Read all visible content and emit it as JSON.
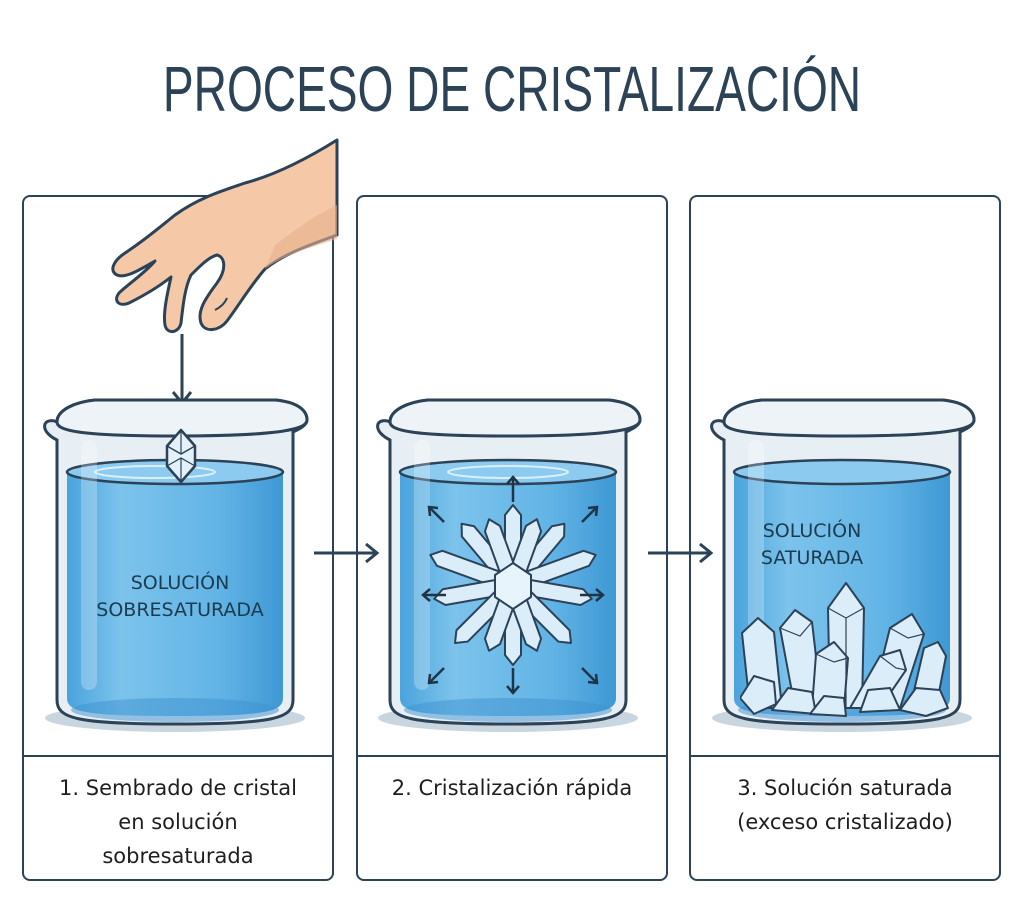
{
  "title": "PROCESO DE CRISTALIZACIÓN",
  "colors": {
    "outline": "#2b4257",
    "liquid": "#5aaee0",
    "liquid_light": "#9fd3f2",
    "glass": "#e6eef3",
    "crystal": "#dcedfa",
    "skin": "#f4c8a8"
  },
  "panels": [
    {
      "step": 1,
      "caption_lines": [
        "1. Sembrado de cristal",
        "en solución",
        "sobresaturada"
      ],
      "beaker_label_lines": [
        "SOLUCIÓN",
        "SOBRESATURADA"
      ],
      "icons": [
        "hand-icon",
        "down-arrow-icon",
        "seed-crystal-icon",
        "beaker-icon"
      ]
    },
    {
      "step": 2,
      "caption_lines": [
        "2. Cristalización rápida"
      ],
      "beaker_label_lines": [],
      "icons": [
        "crystal-burst-icon",
        "radial-arrows-icon",
        "beaker-icon"
      ]
    },
    {
      "step": 3,
      "caption_lines": [
        "3. Solución saturada",
        "(exceso cristalizado)"
      ],
      "beaker_label_lines": [
        "SOLUCIÓN",
        "SATURADA"
      ],
      "icons": [
        "crystal-cluster-icon",
        "beaker-icon"
      ]
    }
  ],
  "flow_arrows": [
    "step-1-to-2",
    "step-2-to-3"
  ]
}
